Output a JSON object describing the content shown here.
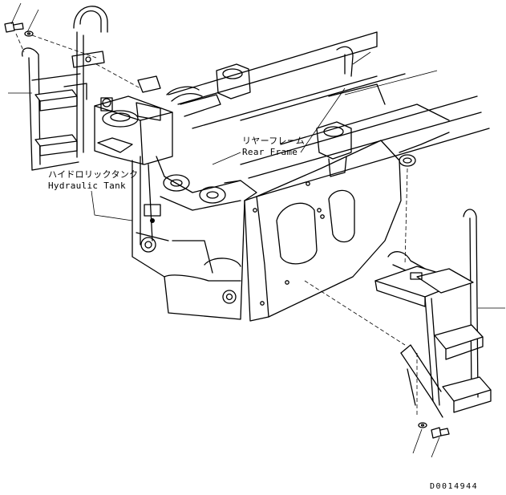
{
  "labels": {
    "hydraulic_tank_jp": "ハイドロリックタンク",
    "hydraulic_tank_en": "Hydraulic Tank",
    "rear_frame_jp": "リヤーフレーム",
    "rear_frame_en": "Rear Frame"
  },
  "drawing_number": "D0014944",
  "colors": {
    "line": "#000000",
    "background": "#ffffff"
  }
}
